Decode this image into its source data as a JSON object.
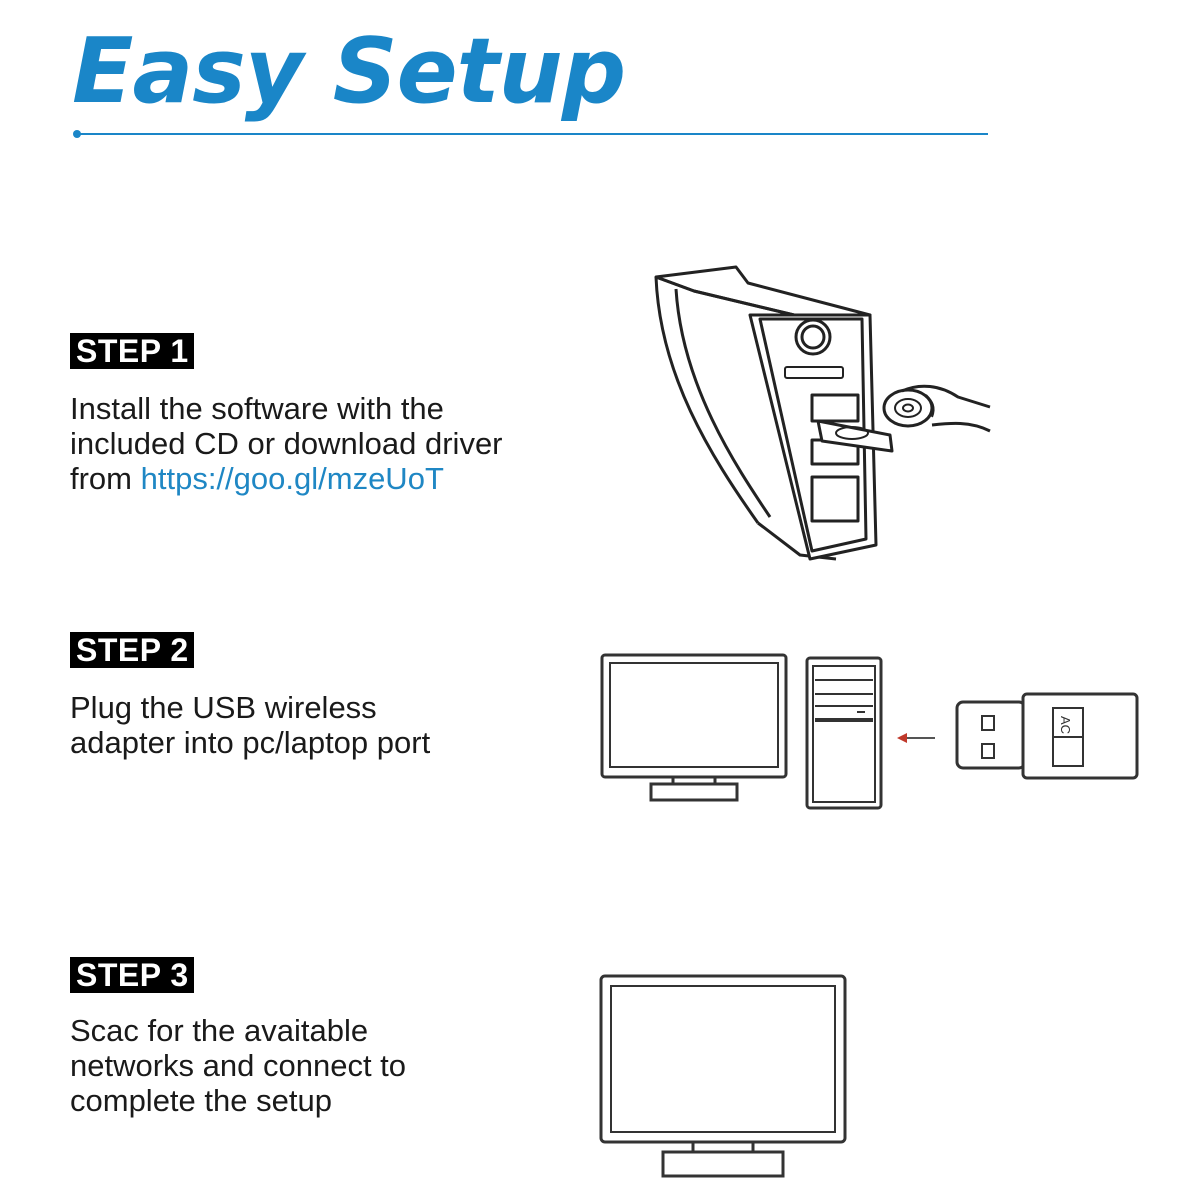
{
  "header": {
    "title": "Easy Setup",
    "accent_color": "#1a86c8"
  },
  "steps": [
    {
      "badge": "STEP 1",
      "lines": [
        "Install the software with the",
        "included CD or download driver"
      ],
      "line3_prefix": "from ",
      "link": "https://goo.gl/mzeUoT",
      "illustration": "desktop-tower-with-cd-icon"
    },
    {
      "badge": "STEP 2",
      "lines": [
        "Plug the USB wireless",
        "adapter into pc/laptop port"
      ],
      "illustration": "usb-adapter-into-pc-icon",
      "adapter_label": "AC"
    },
    {
      "badge": "STEP 3",
      "lines": [
        "Scac for the avaitable",
        "networks and connect to",
        "complete the setup"
      ],
      "illustration": "monitor-icon"
    }
  ],
  "colors": {
    "link": "#1f87c4",
    "arrow": "#c0392b"
  }
}
